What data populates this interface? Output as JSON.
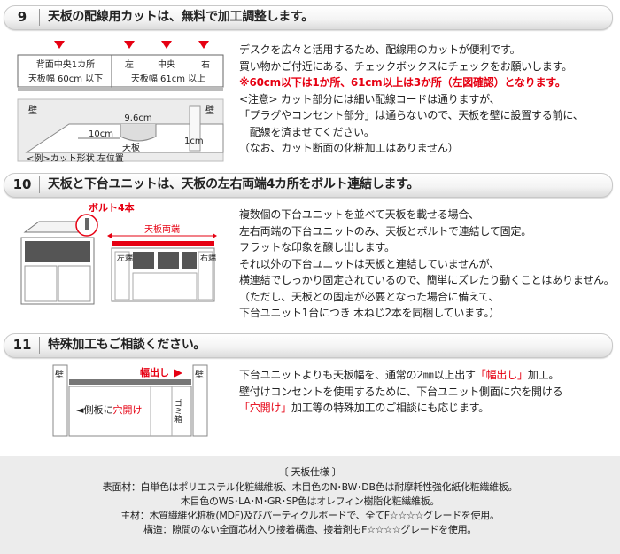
{
  "s9": {
    "num": "9",
    "title": "天板の配線用カットは、無料で加工調整します。",
    "fig": {
      "left_l1": "背面中央1カ所",
      "left_l2": "天板幅 60cm 以下",
      "right_left": "左",
      "right_center": "中央",
      "right_right": "右",
      "right_l2": "天板幅 61cm 以上",
      "wall1": "壁",
      "wall2": "壁",
      "cut_w": "9.6cm",
      "dist": "10cm",
      "top": "天板",
      "depth": "1cm",
      "caption": "<例>カット形状 左位置"
    },
    "lines": [
      "デスクを広々と活用するため、配線用のカットが便利です。",
      "買い物かご付近にある、チェックボックスにチェックをお願いします。",
      "※60cm以下は1か所、61cm以上は3か所（左図確認）となります。",
      "<注意> カット部分には細い配線コードは通りますが、",
      "「プラグやコンセント部分」は通らないので、天板を壁に設置する前に、",
      "　配線を済ませてください。",
      "（なお、カット断面の化粧加工はありません）"
    ]
  },
  "s10": {
    "num": "10",
    "title": "天板と下台ユニットは、天板の左右両端4カ所をボルト連結します。",
    "fig": {
      "bolt": "ボルト4本",
      "ends": "天板両端",
      "left_end": "左端",
      "right_end": "右端"
    },
    "lines": [
      "複数個の下台ユニットを並べて天板を載せる場合、",
      "左右両端の下台ユニットのみ、天板とボルトで連結して固定。",
      "フラットな印象を醸し出します。",
      "それ以外の下台ユニットは天板と連結していませんが、",
      "横連結でしっかり固定されているので、簡単にズレたり動くことはありません。",
      "（ただし、天板との固定が必要となった場合に備えて、",
      "下台ユニット1台につき 木ねじ2本を同梱しています。）"
    ]
  },
  "s11": {
    "num": "11",
    "title": "特殊加工もご相談ください。",
    "fig": {
      "wall1": "壁",
      "wall2": "壁",
      "overhang": "幅出し",
      "hole_pre": "側板に",
      "hole": "穴開け",
      "trash": "ゴミ箱"
    },
    "l1_pre": "下台ユニットよりも天板幅を、通常の2㎜以上出す",
    "l1_red": "「幅出し」",
    "l1_post": "加工。",
    "l2": "壁付けコンセントを使用するために、下台ユニット側面に穴を開ける",
    "l3_red": "「穴開け」",
    "l3_post": "加工等の特殊加工のご相談にも応じます。"
  },
  "spec": {
    "heading": "〔 天板仕様 〕",
    "lines": [
      "表面材：白単色はポリエステル化粧繊維板、木目色のN･BW･DB色は耐摩耗性強化紙化粧繊維板。",
      "木目色のWS･LA･M･GR･SP色はオレフィン樹脂化粧繊維板。",
      "主材：木質繊維化粧板(MDF)及びパーティクルボードで、全てF☆☆☆☆グレードを使用。",
      "構造：隙間のない全面芯材入り接着構造、接着剤もF☆☆☆☆グレードを使用。"
    ]
  },
  "colors": {
    "accent": "#e60012",
    "spec_bg": "#ececec"
  }
}
